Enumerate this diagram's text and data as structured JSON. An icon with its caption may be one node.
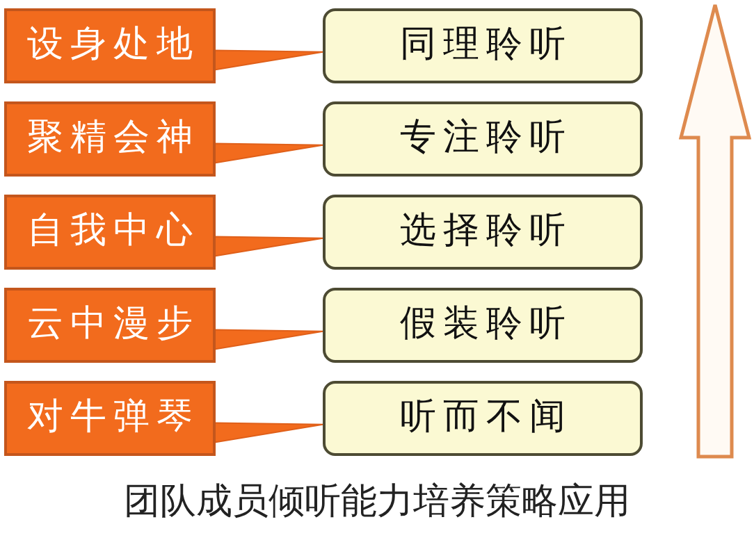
{
  "diagram": {
    "caption": "团队成员倾听能力培养策略应用",
    "nodes": [
      {
        "text": [
          "设身处地"
        ]
      },
      {
        "text": [
          "同理聆听"
        ]
      },
      {
        "text": [
          "聚精会神"
        ]
      },
      {
        "text": [
          "专注聆听"
        ]
      },
      {
        "text": [
          "自我中心"
        ]
      },
      {
        "text": [
          "选择聆听"
        ]
      },
      {
        "text": [
          "云中漫步"
        ]
      },
      {
        "text": [
          "假装聆听"
        ]
      },
      {
        "text": [
          "对牛弹琴"
        ]
      },
      {
        "text": [
          "听而不闻"
        ]
      }
    ],
    "edges": [
      {
        "from": 0,
        "to": 1,
        "arrow": "to"
      },
      {
        "from": 2,
        "to": 3,
        "arrow": "to"
      },
      {
        "from": 4,
        "to": 5,
        "arrow": "to"
      },
      {
        "from": 6,
        "to": 7,
        "arrow": "to"
      },
      {
        "from": 8,
        "to": 9,
        "arrow": "to"
      }
    ]
  }
}
